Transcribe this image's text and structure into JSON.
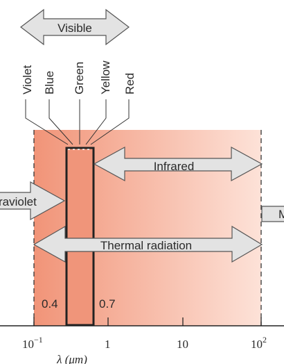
{
  "bands": {
    "visible": "Visible",
    "infrared": "Infrared",
    "ultraviolet_partial": "raviolet",
    "microwave_partial": "M",
    "thermal": "Thermal radiation"
  },
  "colors": [
    "Violet",
    "Blue",
    "Green",
    "Yellow",
    "Red"
  ],
  "visible_limits": {
    "lower": "0.4",
    "upper": "0.7"
  },
  "axis": {
    "ticks": [
      {
        "base": "10",
        "exp": "−1"
      },
      {
        "base": "1",
        "exp": ""
      },
      {
        "base": "10",
        "exp": ""
      },
      {
        "base": "10",
        "exp": "2"
      }
    ],
    "label": "λ (μm)"
  },
  "palette": {
    "shade_dark": "#f19478",
    "shade_light": "#fde2d8",
    "visible_band": "#f0957a",
    "arrow_fill": "#e3e3e3"
  }
}
